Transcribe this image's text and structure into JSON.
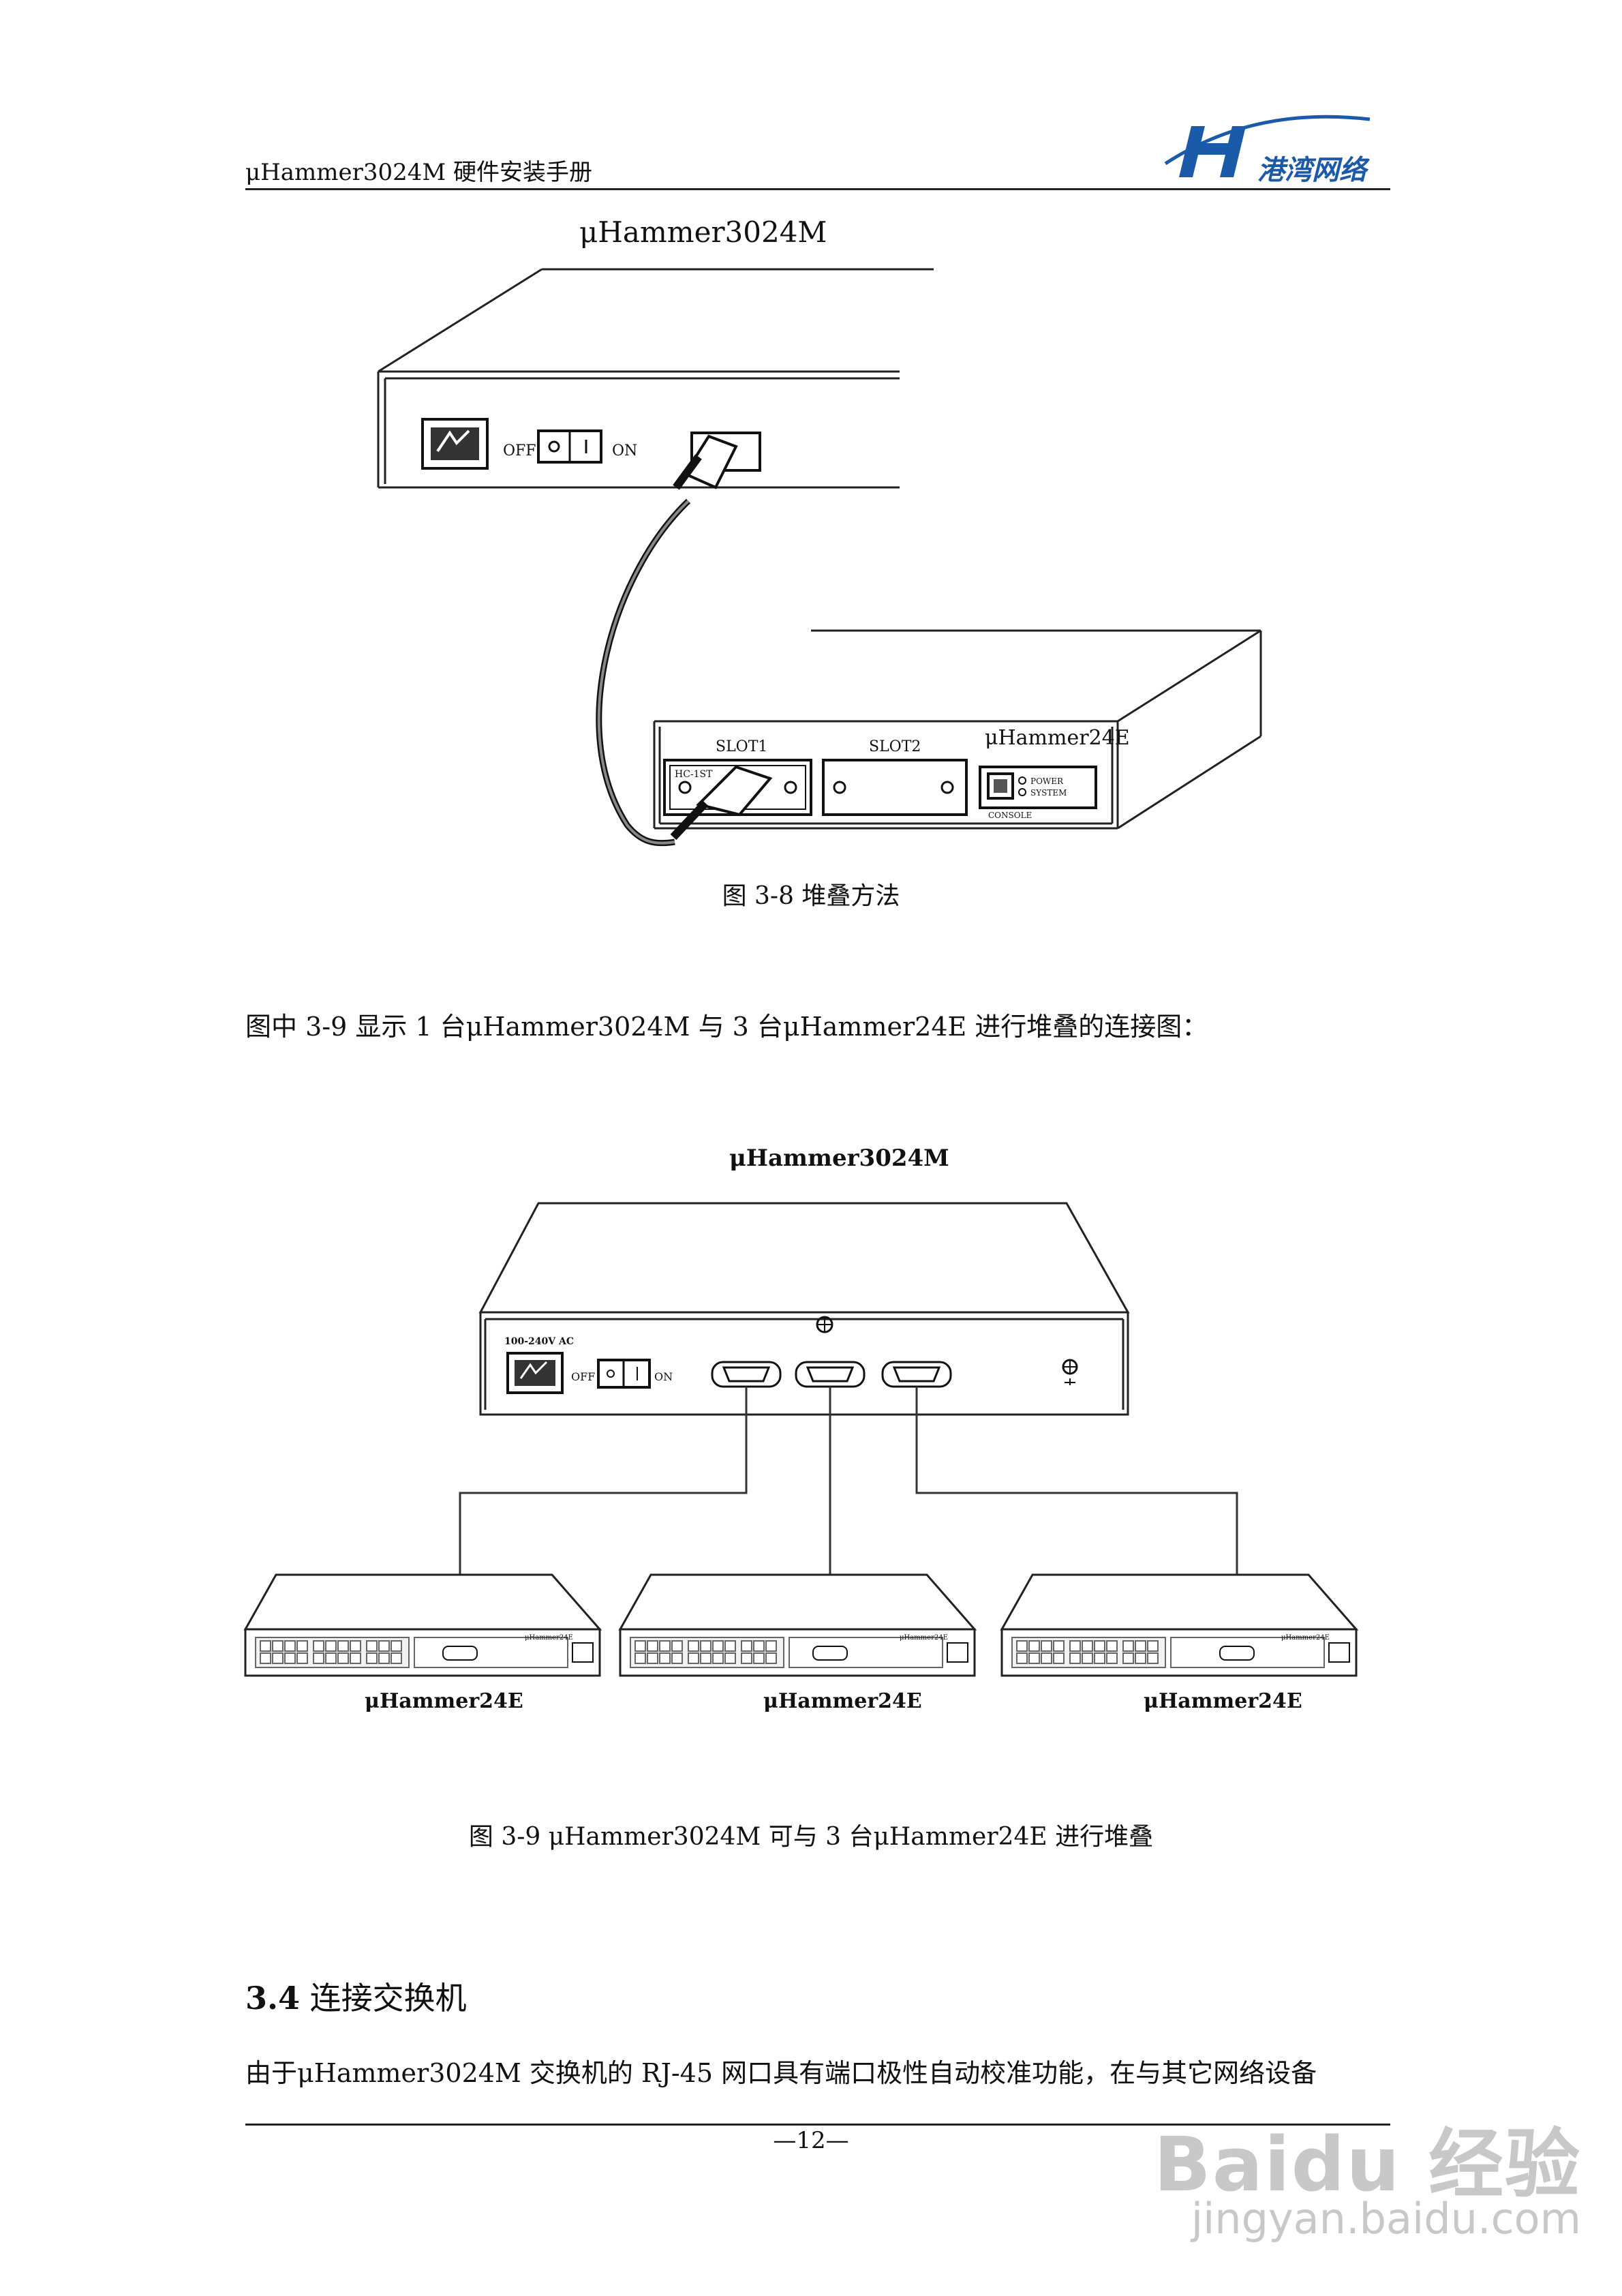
{
  "header": {
    "title": "μHammer3024M 硬件安装手册",
    "logo_text": "港湾网络",
    "brand_color": "#1b5aa8"
  },
  "figure1": {
    "top_label": "μHammer3024M",
    "off_label": "OFF",
    "on_label": "ON",
    "slot1_label": "SLOT1",
    "slot2_label": "SLOT2",
    "device_label": "μHammer24E",
    "module_label": "HC-1ST",
    "power_label": "POWER",
    "system_label": "SYSTEM",
    "console_label": "CONSOLE",
    "caption": "图 3-8  堆叠方法"
  },
  "paragraph1": "图中 3-9 显示 1 台μHammer3024M 与 3 台μHammer24E 进行堆叠的连接图：",
  "figure2": {
    "top_label": "μHammer3024M",
    "ac_label": "100-240V AC",
    "off_label": "OFF",
    "on_label": "ON",
    "unit_labels": [
      "μHammer24E",
      "μHammer24E",
      "μHammer24E"
    ],
    "unit_small_label": "μHammer24E",
    "caption": "图  3-9 μHammer3024M 可与 3 台μHammer24E 进行堆叠"
  },
  "section": {
    "number": "3.4",
    "title": "连接交换机"
  },
  "paragraph2": "由于μHammer3024M 交换机的 RJ-45 网口具有端口极性自动校准功能，在与其它网络设备",
  "footer": {
    "page_number": "—12—"
  },
  "watermark": {
    "line1": "Baidu 经验",
    "line2": "jingyan.baidu.com"
  }
}
